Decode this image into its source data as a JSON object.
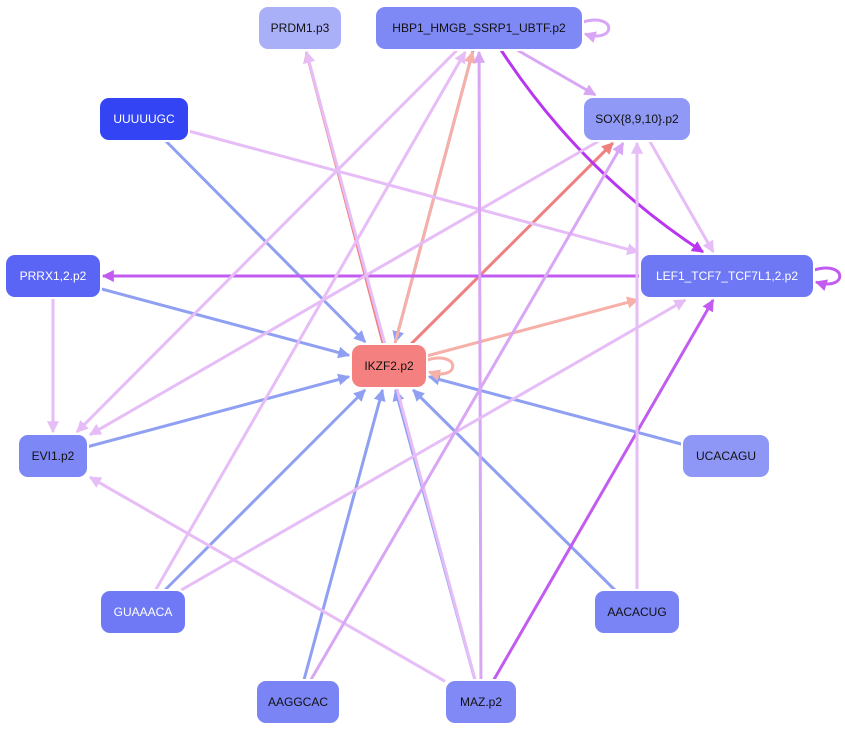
{
  "colors": {
    "edge_blue": "#8FA0F2",
    "edge_light_pink": "#E6BDF6",
    "edge_violet": "#D9A6F5",
    "edge_magenta": "#C25CF0",
    "edge_salmon": "#F08080",
    "edge_peach": "#F6B0A8",
    "edge_purple_strong": "#B836F0"
  },
  "nodes": [
    {
      "id": "prdm1",
      "label": "PRDM1.p3",
      "fill": "#AAB0F7",
      "text": "dark"
    },
    {
      "id": "hbp1",
      "label": "HBP1_HMGB_SSRP1_UBTF.p2",
      "fill": "#7F89F5",
      "text": "dark"
    },
    {
      "id": "uuuuugc",
      "label": "UUUUUGC",
      "fill": "#3344F5",
      "text": "light"
    },
    {
      "id": "sox",
      "label": "SOX{8,9,10}.p2",
      "fill": "#9099F5",
      "text": "dark"
    },
    {
      "id": "prrx1",
      "label": "PRRX1,2.p2",
      "fill": "#5A65F5",
      "text": "light"
    },
    {
      "id": "lef1",
      "label": "LEF1_TCF7_TCF7L1,2.p2",
      "fill": "#6E78F5",
      "text": "light"
    },
    {
      "id": "ikzf2",
      "label": "IKZF2.p2",
      "fill": "#F58080",
      "text": "dark"
    },
    {
      "id": "evi1",
      "label": "EVI1.p2",
      "fill": "#7D87F5",
      "text": "dark"
    },
    {
      "id": "ucacagu",
      "label": "UCACAGU",
      "fill": "#8E97F5",
      "text": "dark"
    },
    {
      "id": "guaaaca",
      "label": "GUAAACA",
      "fill": "#6F79F5",
      "text": "light"
    },
    {
      "id": "aacacug",
      "label": "AACACUG",
      "fill": "#7A84F5",
      "text": "dark"
    },
    {
      "id": "aaggcac",
      "label": "AAGGCAC",
      "fill": "#7A84F5",
      "text": "dark"
    },
    {
      "id": "maz",
      "label": "MAZ.p2",
      "fill": "#8089F5",
      "text": "dark"
    }
  ],
  "edges": [
    {
      "from": "uuuuugc",
      "to": "ikzf2",
      "color": "edge_blue"
    },
    {
      "from": "prrx1",
      "to": "ikzf2",
      "color": "edge_blue"
    },
    {
      "from": "evi1",
      "to": "ikzf2",
      "color": "edge_blue"
    },
    {
      "from": "guaaaca",
      "to": "ikzf2",
      "color": "edge_blue"
    },
    {
      "from": "aaggcac",
      "to": "ikzf2",
      "color": "edge_blue"
    },
    {
      "from": "maz",
      "to": "ikzf2",
      "color": "edge_blue"
    },
    {
      "from": "aacacug",
      "to": "ikzf2",
      "color": "edge_blue"
    },
    {
      "from": "ucacagu",
      "to": "ikzf2",
      "color": "edge_blue"
    },
    {
      "from": "hbp1",
      "to": "ikzf2",
      "color": "edge_blue"
    },
    {
      "from": "ikzf2",
      "to": "prdm1",
      "color": "edge_salmon"
    },
    {
      "from": "ikzf2",
      "to": "sox",
      "color": "edge_salmon"
    },
    {
      "from": "ikzf2",
      "to": "lef1",
      "color": "edge_peach"
    },
    {
      "from": "ikzf2",
      "to": "hbp1",
      "color": "edge_peach"
    },
    {
      "from": "lef1",
      "to": "prrx1",
      "color": "edge_magenta"
    },
    {
      "from": "hbp1",
      "to": "lef1",
      "color": "edge_purple_strong",
      "curve": 30
    },
    {
      "from": "hbp1",
      "to": "sox",
      "color": "edge_violet"
    },
    {
      "from": "hbp1",
      "to": "evi1",
      "color": "edge_light_pink"
    },
    {
      "from": "sox",
      "to": "lef1",
      "color": "edge_light_pink"
    },
    {
      "from": "sox",
      "to": "evi1",
      "color": "edge_light_pink"
    },
    {
      "from": "uuuuugc",
      "to": "lef1",
      "color": "edge_light_pink"
    },
    {
      "from": "prrx1",
      "to": "evi1",
      "color": "edge_light_pink"
    },
    {
      "from": "maz",
      "to": "hbp1",
      "color": "edge_violet"
    },
    {
      "from": "maz",
      "to": "lef1",
      "color": "edge_magenta"
    },
    {
      "from": "maz",
      "to": "prdm1",
      "color": "edge_light_pink"
    },
    {
      "from": "maz",
      "to": "evi1",
      "color": "edge_light_pink"
    },
    {
      "from": "guaaaca",
      "to": "hbp1",
      "color": "edge_light_pink"
    },
    {
      "from": "guaaaca",
      "to": "lef1",
      "color": "edge_light_pink"
    },
    {
      "from": "aaggcac",
      "to": "sox",
      "color": "edge_violet"
    },
    {
      "from": "aacacug",
      "to": "sox",
      "color": "edge_light_pink"
    }
  ],
  "self_loops": [
    {
      "node": "hbp1",
      "color": "edge_violet"
    },
    {
      "node": "lef1",
      "color": "edge_magenta"
    },
    {
      "node": "ikzf2",
      "color": "edge_peach"
    }
  ]
}
